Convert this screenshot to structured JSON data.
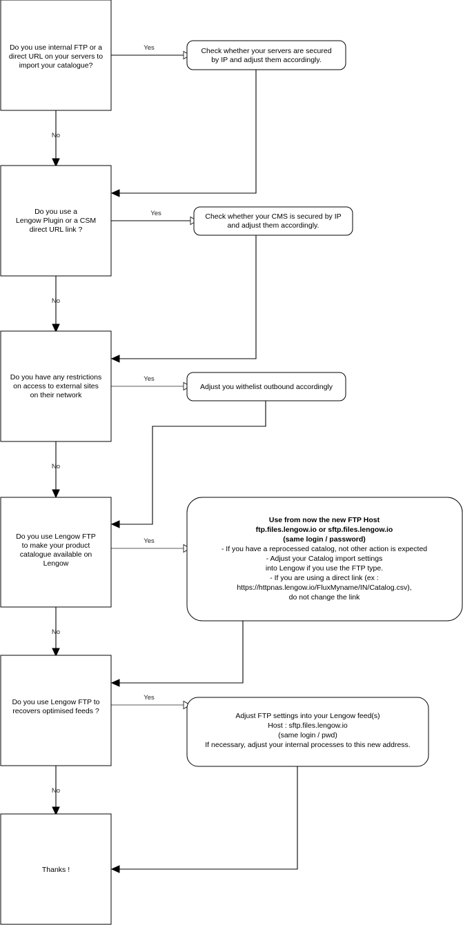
{
  "diagram": {
    "title": "Lengow FTP migration decision flowchart",
    "colors": {
      "background": "#ffffff",
      "stroke": "#000000",
      "edge_gray": "#5a5a5a",
      "text": "#000000"
    },
    "decisions": [
      {
        "id": "decision-ftp-url",
        "lines": [
          "Do you use internal FTP or a",
          "direct URL on your servers to",
          "import your catalogue?"
        ]
      },
      {
        "id": "decision-plugin-csm",
        "lines": [
          "Do you use a",
          "Lengow Plugin or a CSM",
          "direct URL link ?"
        ]
      },
      {
        "id": "decision-restrictions",
        "lines": [
          "Do you have any restrictions",
          "on access to external sites",
          "on their network"
        ]
      },
      {
        "id": "decision-lengow-ftp-catalogue",
        "lines": [
          "Do you use Lengow FTP",
          "to make your product",
          "catalogue available on",
          "Lengow"
        ]
      },
      {
        "id": "decision-lengow-ftp-feeds",
        "lines": [
          "Do you use Lengow FTP to",
          "recovers optimised feeds ?"
        ]
      },
      {
        "id": "terminal-thanks",
        "lines": [
          "Thanks !"
        ]
      }
    ],
    "actions": [
      {
        "id": "action-secure-servers",
        "lines": [
          "Check whether your servers are secured",
          "by IP and adjust them accordingly."
        ]
      },
      {
        "id": "action-secure-cms",
        "lines": [
          "Check whether your CMS is secured by IP",
          "and adjust them accordingly."
        ]
      },
      {
        "id": "action-whitelist",
        "lines": [
          "Adjust you withelist outbound accordingly"
        ]
      },
      {
        "id": "action-new-ftp-host",
        "lines": [
          "Use from now the new FTP Host",
          "ftp.files.lengow.io or sftp.files.lengow.io",
          "(same login / password)",
          "- If you have a reprocessed catalog, not other action is expected",
          "- Adjust your Catalog import settings",
          "into Lengow if you use the FTP type.",
          "- If you are using a direct link (ex :",
          "https://httpnas.lengow.io/FluxMyname/IN/Catalog.csv),",
          "do not change the link"
        ],
        "bold_line_count": 3
      },
      {
        "id": "action-adjust-feed-settings",
        "lines": [
          "Adjust FTP settings into your Lengow feed(s)",
          "Host : sftp.files.lengow.io",
          "(same login / pwd)",
          "If necessary, adjust your internal processes to this new address."
        ]
      }
    ],
    "edge_labels": {
      "yes_1": "Yes",
      "yes_2": "Yes",
      "yes_3": "Yes",
      "yes_4": "Yes",
      "yes_5": "Yes",
      "no_1": "No",
      "no_2": "No",
      "no_3": "No",
      "no_4": "No",
      "no_5": "No"
    }
  }
}
